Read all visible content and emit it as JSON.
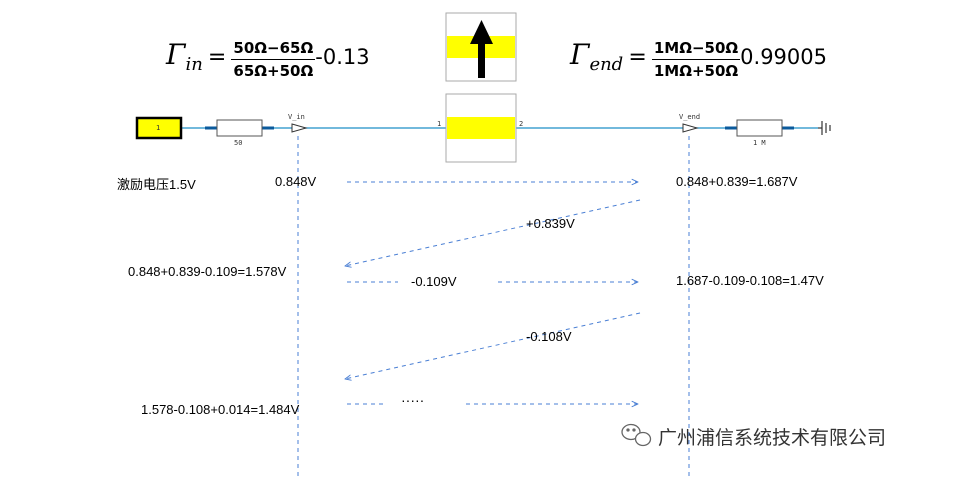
{
  "formulas": {
    "gamma_in": {
      "symbol": "Γ",
      "sub": "in",
      "numerator": "50Ω−65Ω",
      "denominator": "65Ω+50Ω",
      "result": "-0.13"
    },
    "gamma_end": {
      "symbol": "Γ",
      "sub": "end",
      "numerator": "1MΩ−50Ω",
      "denominator": "1MΩ+50Ω",
      "result": "0.99005"
    }
  },
  "schematic": {
    "source_label": "1",
    "r_source_label": "50",
    "probe_in_label": "V_in",
    "tline_port1": "1",
    "tline_port2": "2",
    "probe_end_label": "V_end",
    "r_load_label": "1 M"
  },
  "annotations": {
    "excitation": "激励电压1.5V",
    "vin_1": "0.848V",
    "vend_1": "0.848+0.839=1.687V",
    "reflect_1": "+0.839V",
    "vin_2": "0.848+0.839-0.109=1.578V",
    "reflect_2": "-0.109V",
    "vend_2": "1.687-0.109-0.108=1.47V",
    "reflect_3": "-0.108V",
    "vin_3": "1.578-0.108+0.014=1.484V",
    "ellipsis": "·····"
  },
  "watermark": "广州浦信系统技术有限公司",
  "colors": {
    "yellow": "#ffff00",
    "wire": "#1e8fc8",
    "arrow": "#4a7fd4"
  }
}
